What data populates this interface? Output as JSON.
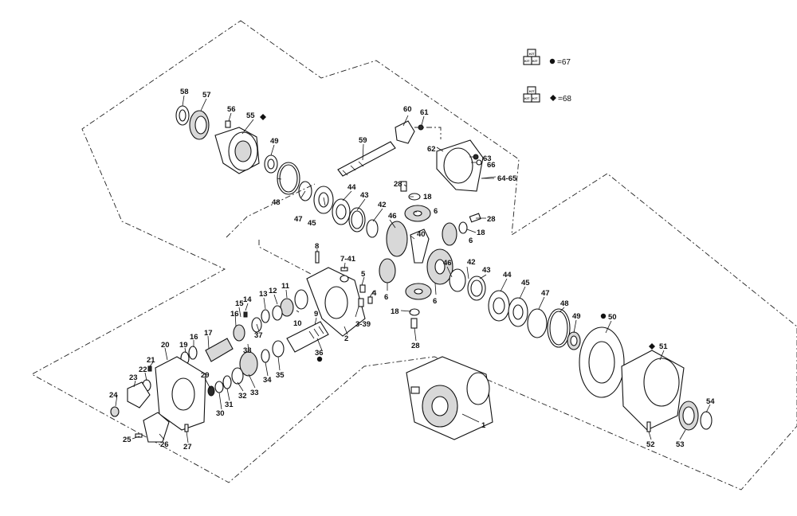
{
  "legend": [
    {
      "symbol": "circle",
      "text": "=67",
      "kit_text": [
        "KIT",
        "KIT",
        "KIT"
      ]
    },
    {
      "symbol": "diamond",
      "text": "=68",
      "kit_text": [
        "KIT",
        "KIT",
        "KIT"
      ]
    }
  ],
  "labels": [
    {
      "id": "p58",
      "text": "58"
    },
    {
      "id": "p57",
      "text": "57"
    },
    {
      "id": "p56",
      "text": "56"
    },
    {
      "id": "p55",
      "text": "55"
    },
    {
      "id": "p49a",
      "text": "49"
    },
    {
      "id": "p48a",
      "text": "48"
    },
    {
      "id": "p59",
      "text": "59"
    },
    {
      "id": "p60",
      "text": "60"
    },
    {
      "id": "p61",
      "text": "61"
    },
    {
      "id": "p62",
      "text": "62"
    },
    {
      "id": "p63",
      "text": "63"
    },
    {
      "id": "p66",
      "text": "66"
    },
    {
      "id": "p6465",
      "text": "64-65"
    },
    {
      "id": "p47a",
      "text": "47"
    },
    {
      "id": "p45a",
      "text": "45"
    },
    {
      "id": "p44a",
      "text": "44"
    },
    {
      "id": "p43a",
      "text": "43"
    },
    {
      "id": "p42a",
      "text": "42"
    },
    {
      "id": "p46a",
      "text": "46"
    },
    {
      "id": "p28a",
      "text": "28"
    },
    {
      "id": "p18a",
      "text": "18"
    },
    {
      "id": "p6a",
      "text": "6"
    },
    {
      "id": "p28b",
      "text": "28"
    },
    {
      "id": "p18b",
      "text": "18"
    },
    {
      "id": "p6b",
      "text": "6"
    },
    {
      "id": "p40",
      "text": "40"
    },
    {
      "id": "p8",
      "text": "8"
    },
    {
      "id": "p741",
      "text": "7-41"
    },
    {
      "id": "p5",
      "text": "5"
    },
    {
      "id": "p4",
      "text": "4"
    },
    {
      "id": "p339",
      "text": "3-39"
    },
    {
      "id": "p6c",
      "text": "6"
    },
    {
      "id": "p6d",
      "text": "6"
    },
    {
      "id": "p46b",
      "text": "46"
    },
    {
      "id": "p42b",
      "text": "42"
    },
    {
      "id": "p43b",
      "text": "43"
    },
    {
      "id": "p44b",
      "text": "44"
    },
    {
      "id": "p45b",
      "text": "45"
    },
    {
      "id": "p47b",
      "text": "47"
    },
    {
      "id": "p48b",
      "text": "48"
    },
    {
      "id": "p49b",
      "text": "49"
    },
    {
      "id": "p50",
      "text": "50"
    },
    {
      "id": "p51",
      "text": "51"
    },
    {
      "id": "p18c",
      "text": "18"
    },
    {
      "id": "p28c",
      "text": "28"
    },
    {
      "id": "p2",
      "text": "2"
    },
    {
      "id": "p9",
      "text": "9"
    },
    {
      "id": "p10",
      "text": "10"
    },
    {
      "id": "p11",
      "text": "11"
    },
    {
      "id": "p12",
      "text": "12"
    },
    {
      "id": "p13",
      "text": "13"
    },
    {
      "id": "p14",
      "text": "14"
    },
    {
      "id": "p15",
      "text": "15"
    },
    {
      "id": "p16a",
      "text": "16"
    },
    {
      "id": "p37",
      "text": "37"
    },
    {
      "id": "p38",
      "text": "38"
    },
    {
      "id": "p36",
      "text": "36"
    },
    {
      "id": "p35",
      "text": "35"
    },
    {
      "id": "p34",
      "text": "34"
    },
    {
      "id": "p33",
      "text": "33"
    },
    {
      "id": "p32",
      "text": "32"
    },
    {
      "id": "p31",
      "text": "31"
    },
    {
      "id": "p30",
      "text": "30"
    },
    {
      "id": "p29",
      "text": "29"
    },
    {
      "id": "p17",
      "text": "17"
    },
    {
      "id": "p16b",
      "text": "16"
    },
    {
      "id": "p19",
      "text": "19"
    },
    {
      "id": "p20",
      "text": "20"
    },
    {
      "id": "p21",
      "text": "21"
    },
    {
      "id": "p22",
      "text": "22"
    },
    {
      "id": "p23",
      "text": "23"
    },
    {
      "id": "p24",
      "text": "24"
    },
    {
      "id": "p25",
      "text": "25"
    },
    {
      "id": "p26",
      "text": "26"
    },
    {
      "id": "p27",
      "text": "27"
    },
    {
      "id": "p1",
      "text": "1"
    },
    {
      "id": "p52",
      "text": "52"
    },
    {
      "id": "p53",
      "text": "53"
    },
    {
      "id": "p54",
      "text": "54"
    }
  ],
  "markers": [
    {
      "part": "55",
      "symbol": "diamond"
    },
    {
      "part": "36",
      "symbol": "circle"
    },
    {
      "part": "50",
      "symbol": "circle"
    },
    {
      "part": "51",
      "symbol": "diamond"
    }
  ],
  "colors": {
    "line": "#111111",
    "fill": "#ffffff",
    "shade": "#d8d8d8"
  }
}
